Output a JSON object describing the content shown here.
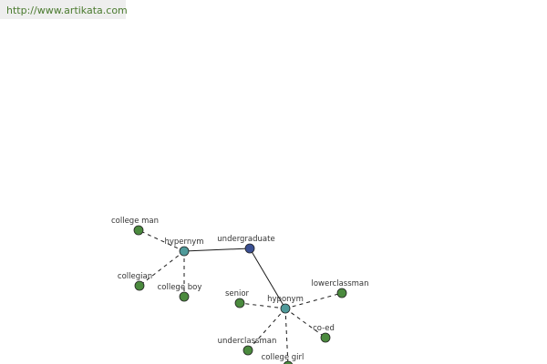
{
  "site": {
    "url": "http://www.artikata.com"
  },
  "colors": {
    "center_node": "#3a4f92",
    "relation_node": "#4f9a9a",
    "leaf_node": "#4b8a3e",
    "edge": "#1a1a1a",
    "url_text": "#4a7a2e"
  },
  "graph": {
    "nodes": [
      {
        "id": "undergraduate",
        "label": "undergraduate",
        "kind": "center"
      },
      {
        "id": "hypernym",
        "label": "hypernym",
        "kind": "relation"
      },
      {
        "id": "hyponym",
        "label": "hyponym",
        "kind": "relation"
      },
      {
        "id": "college-man",
        "label": "college man",
        "kind": "leaf"
      },
      {
        "id": "collegian",
        "label": "collegian",
        "kind": "leaf"
      },
      {
        "id": "college-boy",
        "label": "college boy",
        "kind": "leaf"
      },
      {
        "id": "senior",
        "label": "senior",
        "kind": "leaf"
      },
      {
        "id": "lowerclassman",
        "label": "lowerclassman",
        "kind": "leaf"
      },
      {
        "id": "co-ed",
        "label": "co-ed",
        "kind": "leaf"
      },
      {
        "id": "underclassman",
        "label": "underclassman",
        "kind": "leaf"
      },
      {
        "id": "college-girl",
        "label": "college girl",
        "kind": "leaf"
      }
    ],
    "edges": [
      {
        "from": "undergraduate",
        "to": "hypernym",
        "style": "solid"
      },
      {
        "from": "undergraduate",
        "to": "hyponym",
        "style": "solid"
      },
      {
        "from": "hypernym",
        "to": "college-man",
        "style": "dashed"
      },
      {
        "from": "hypernym",
        "to": "collegian",
        "style": "dashed"
      },
      {
        "from": "hypernym",
        "to": "college-boy",
        "style": "dashed"
      },
      {
        "from": "hyponym",
        "to": "senior",
        "style": "dashed"
      },
      {
        "from": "hyponym",
        "to": "lowerclassman",
        "style": "dashed"
      },
      {
        "from": "hyponym",
        "to": "co-ed",
        "style": "dashed"
      },
      {
        "from": "hyponym",
        "to": "underclassman",
        "style": "dashed"
      },
      {
        "from": "hyponym",
        "to": "college-girl",
        "style": "dashed"
      }
    ]
  }
}
